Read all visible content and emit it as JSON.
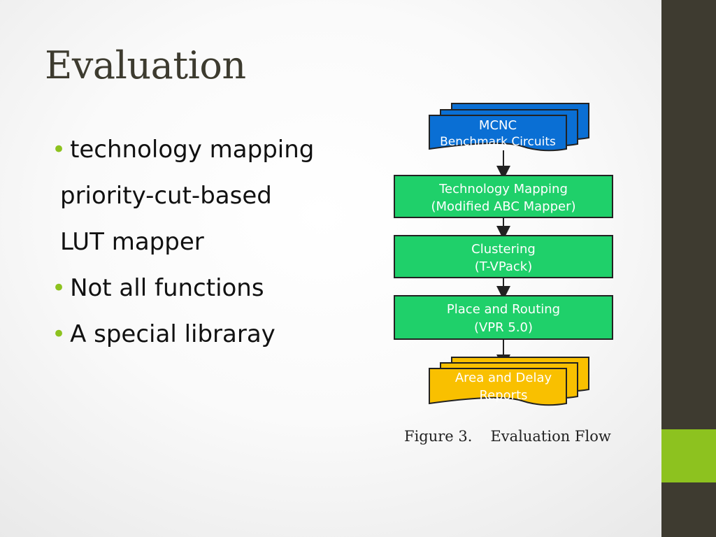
{
  "slide": {
    "title": "Evaluation",
    "bullets": [
      "technology mapping",
      "priority-cut-based",
      "LUT mapper",
      "Not all functions",
      "A special libraray"
    ]
  },
  "flow": {
    "input_doc": {
      "line1": "MCNC",
      "line2": "Benchmark Circuits",
      "color": "#0a6fd4"
    },
    "steps": [
      {
        "line1": "Technology Mapping",
        "line2": "(Modified ABC Mapper)",
        "color": "#1fd06a"
      },
      {
        "line1": "Clustering",
        "line2": "(T-VPack)",
        "color": "#1fd06a"
      },
      {
        "line1": "Place and Routing",
        "line2": "(VPR 5.0)",
        "color": "#1fd06a"
      }
    ],
    "output_doc": {
      "line1": "Area and Delay",
      "line2": "Reports",
      "color": "#f9c000"
    },
    "caption_label": "Figure 3.",
    "caption_text": "Evaluation Flow"
  },
  "theme": {
    "sidebar": "#3e3b30",
    "accent": "#8dc21f"
  }
}
